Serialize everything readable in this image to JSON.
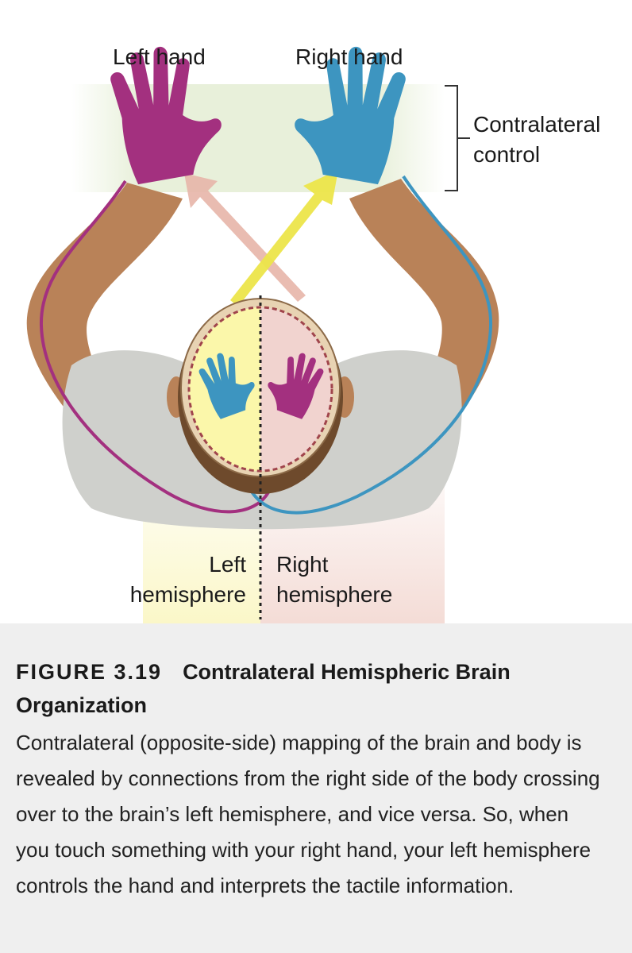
{
  "labels": {
    "left_hand": "Left hand",
    "right_hand": "Right hand",
    "contralateral_line1": "Contralateral",
    "contralateral_line2": "control",
    "left_hemi_line1": "Left",
    "left_hemi_line2": "hemisphere",
    "right_hemi_line1": "Right",
    "right_hemi_line2": "hemisphere"
  },
  "caption": {
    "figure_number": "FIGURE 3.19",
    "title": "Contralateral Hemispheric Brain Organization",
    "body": "Contralateral (opposite-side) mapping of the brain and body is revealed by connections from the right side of the body crossing over to the brain’s left hemisphere, and vice versa. So, when you touch something with your right hand, your left hemisphere controls the hand and interprets the tactile information."
  },
  "colors": {
    "left_hand": "#a3307f",
    "right_hand": "#3d95c0",
    "skin": "#b98258",
    "shirt": "#cfd0cc",
    "hair": "#6e4a2c",
    "left_hemisphere": "#fbf7aa",
    "right_hemisphere": "#f1d3cf",
    "yellow_arrow": "#ece54a",
    "pink_arrow": "#e7b5a9",
    "control_band": "#e8f0da",
    "caption_bg": "#efefef"
  }
}
